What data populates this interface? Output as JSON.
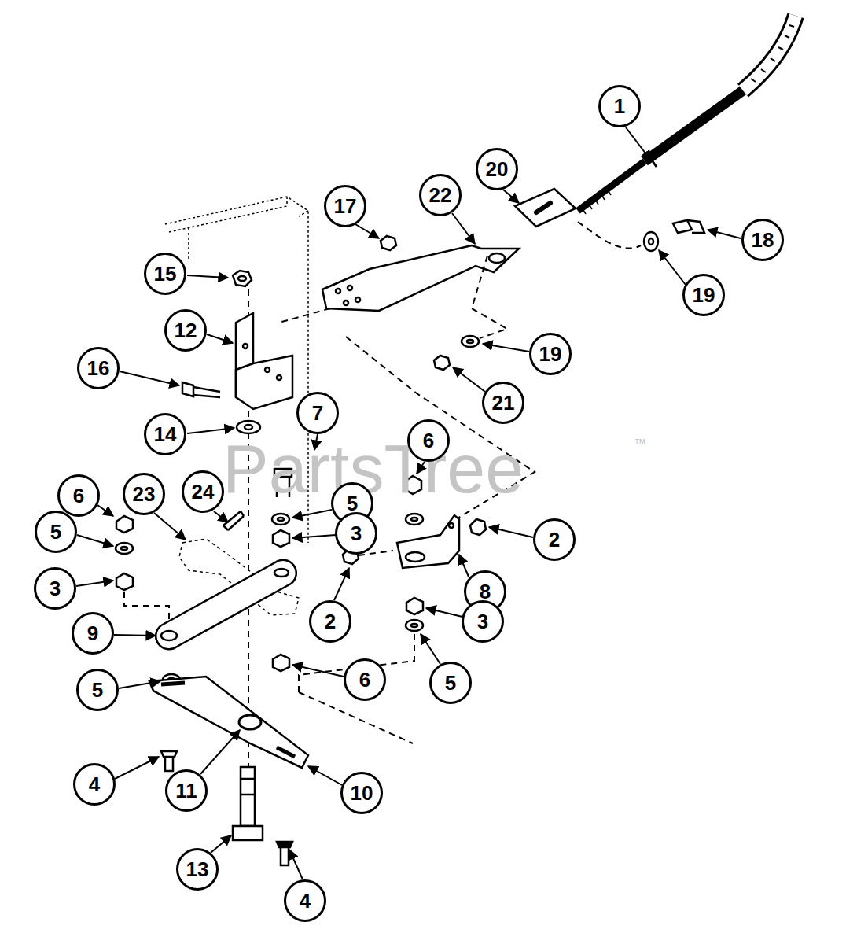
{
  "diagram": {
    "nodes": [
      {
        "text": [
          "1"
        ]
      },
      {
        "text": [
          "20"
        ]
      },
      {
        "text": [
          "22"
        ]
      },
      {
        "text": [
          "17"
        ]
      },
      {
        "text": [
          "18"
        ]
      },
      {
        "text": [
          "15"
        ]
      },
      {
        "text": [
          "19"
        ]
      },
      {
        "text": [
          "12"
        ]
      },
      {
        "text": [
          "19"
        ]
      },
      {
        "text": [
          "16"
        ]
      },
      {
        "text": [
          "21"
        ]
      },
      {
        "text": [
          "7"
        ]
      },
      {
        "text": [
          "14"
        ]
      },
      {
        "text": [
          "6"
        ]
      },
      {
        "text": [
          "24"
        ]
      },
      {
        "text": [
          "23"
        ]
      },
      {
        "text": [
          "6"
        ]
      },
      {
        "text": [
          "5"
        ]
      },
      {
        "text": [
          "5"
        ]
      },
      {
        "text": [
          "3"
        ]
      },
      {
        "text": [
          "2"
        ]
      },
      {
        "text": [
          "3"
        ]
      },
      {
        "text": [
          "8"
        ]
      },
      {
        "text": [
          "2"
        ]
      },
      {
        "text": [
          "3"
        ]
      },
      {
        "text": [
          "9"
        ]
      },
      {
        "text": [
          "6"
        ]
      },
      {
        "text": [
          "5"
        ]
      },
      {
        "text": [
          "5"
        ]
      },
      {
        "text": [
          "4"
        ]
      },
      {
        "text": [
          "11"
        ]
      },
      {
        "text": [
          "10"
        ]
      },
      {
        "text": [
          "13"
        ]
      },
      {
        "text": [
          "4"
        ]
      }
    ],
    "labels": [
      "PartsTree",
      "™"
    ]
  }
}
